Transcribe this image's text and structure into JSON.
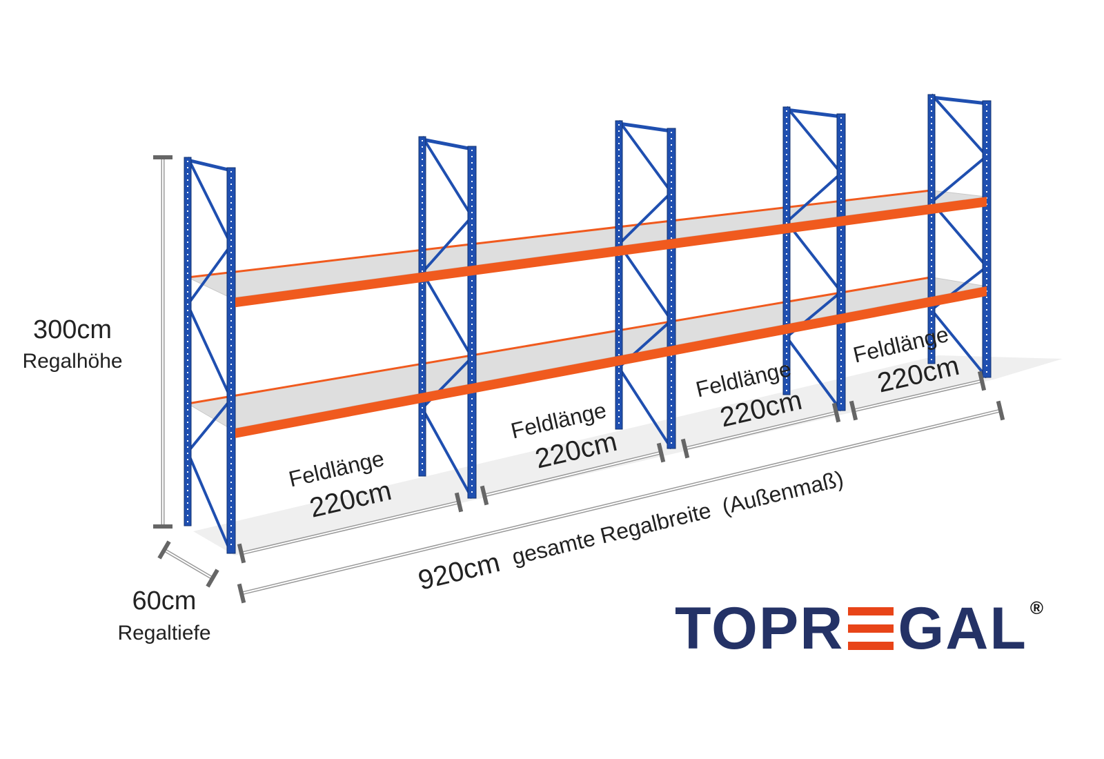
{
  "dimensions": {
    "height_value": "300cm",
    "height_label": "Regalhöhe",
    "depth_value": "60cm",
    "depth_label": "Regaltiefe",
    "total_width_value": "920cm",
    "total_width_label": "gesamte Regalbreite  (Außenmaß)",
    "fields": [
      {
        "label": "Feldlänge",
        "value": "220cm"
      },
      {
        "label": "Feldlänge",
        "value": "220cm"
      },
      {
        "label": "Feldlänge",
        "value": "220cm"
      },
      {
        "label": "Feldlänge",
        "value": "220cm"
      }
    ]
  },
  "brand": {
    "logo_text": "TOPREGAL",
    "registered": "®"
  },
  "colors": {
    "upright": "#1f4fb0",
    "beam": "#f05a1e",
    "deck": "#dcdcdc",
    "brand": "#243266",
    "brand_accent": "#e84418"
  }
}
